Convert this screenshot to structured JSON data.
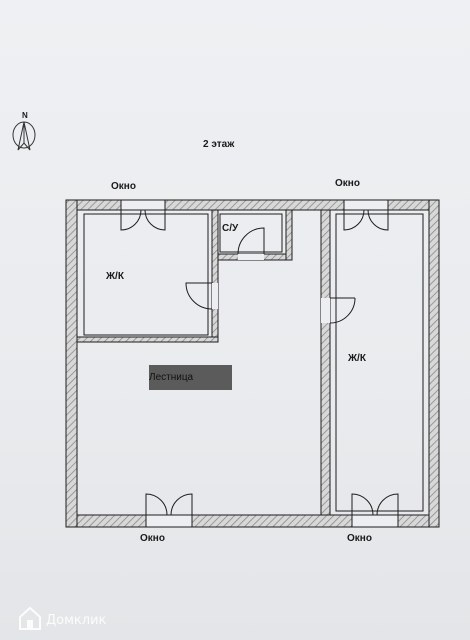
{
  "plan": {
    "floor_title": "2 этаж",
    "compass_letter": "N",
    "windows": {
      "top_left": "Окно",
      "top_right": "Окно",
      "bottom_left": "Окно",
      "bottom_right": "Окно"
    },
    "rooms": {
      "living_left": "Ж/К",
      "bathroom": "С/У",
      "stairs": "Лестница",
      "living_right": "Ж/К"
    }
  },
  "watermark": {
    "brand": "Домклик",
    "icon": "house-icon"
  },
  "colors": {
    "wall_hatch": "#b0b0b0",
    "stairs_fill": "#5b5b5b",
    "line": "#1d1d1d"
  }
}
